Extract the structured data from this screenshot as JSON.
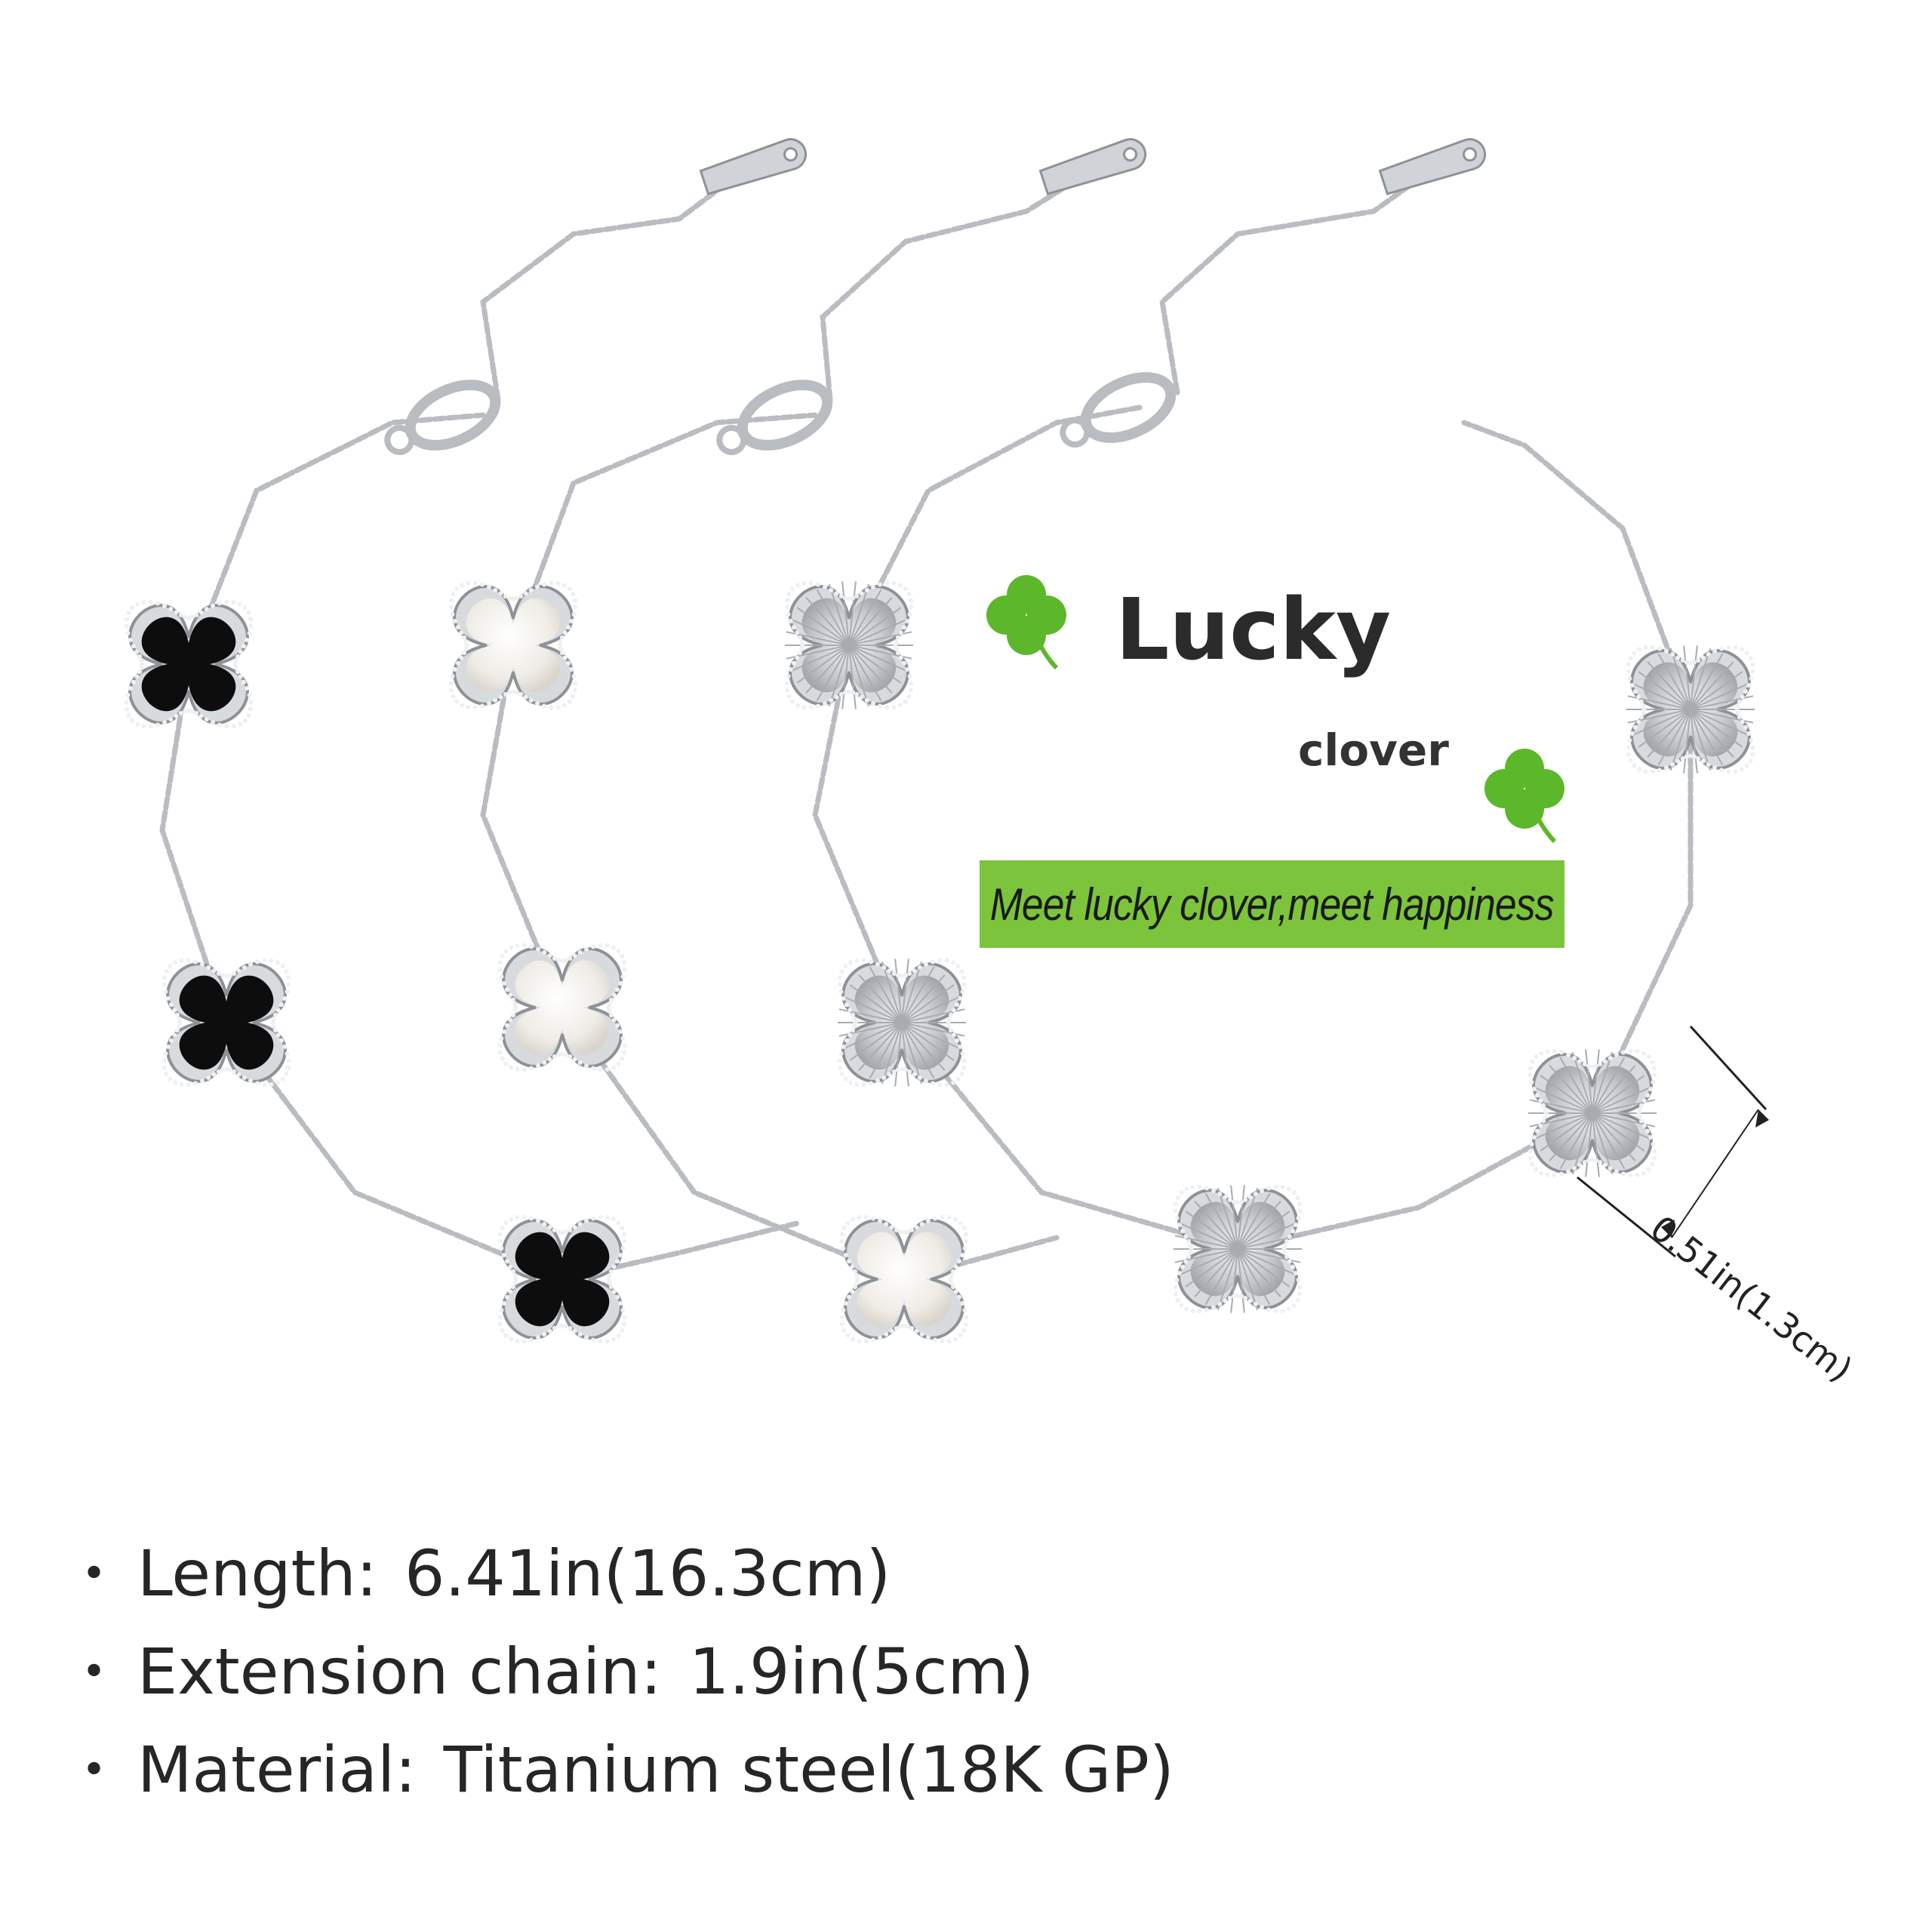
{
  "headline": {
    "title": "Lucky",
    "subtitle": "clover",
    "slogan": "Meet lucky clover,meet happiness"
  },
  "dimension": {
    "label": "0.51in(1.3cm)"
  },
  "specs": [
    {
      "label": "Length:",
      "value": "6.41in(16.3cm)"
    },
    {
      "label": "Extension chain:",
      "value": "1.9in(5cm)"
    },
    {
      "label": "Material:",
      "value": "Titanium steel(18K GP)"
    }
  ],
  "bracelets": [
    {
      "name": "black-clover-bracelet",
      "motif_color": "#0d0d0d",
      "motif_style": "black onyx"
    },
    {
      "name": "white-clover-bracelet",
      "motif_color": "#f3f0ea",
      "motif_style": "mother of pearl"
    },
    {
      "name": "silver-clover-bracelet",
      "motif_color": "#c9ccd0",
      "motif_style": "fluted silver"
    }
  ],
  "colors": {
    "banner": "#7cc43c",
    "clover_icon": "#5cb82a",
    "metal": "#b9bcc0"
  },
  "icons": [
    "clover-icon",
    "lobster-clasp-icon",
    "tag-icon",
    "dimension-arrow-icon"
  ]
}
